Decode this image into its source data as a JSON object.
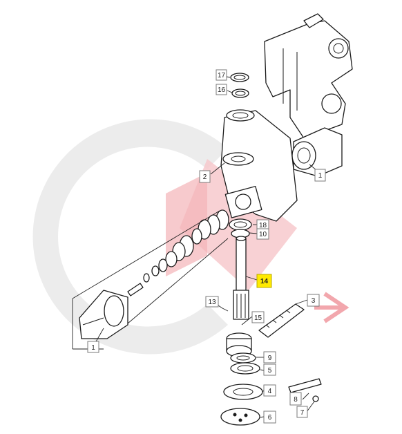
{
  "watermark": {
    "icon": "logo-watermark-icon",
    "colors": {
      "gray": "#ececec",
      "pink": "#f7c9cc"
    }
  },
  "highlight_color": "#ffea00",
  "callouts": [
    {
      "id": "17",
      "label": "17",
      "highlighted": false
    },
    {
      "id": "16",
      "label": "16",
      "highlighted": false
    },
    {
      "id": "2",
      "label": "2",
      "highlighted": false
    },
    {
      "id": "1a",
      "label": "1",
      "highlighted": false
    },
    {
      "id": "18",
      "label": "18",
      "highlighted": false
    },
    {
      "id": "10",
      "label": "10",
      "highlighted": false
    },
    {
      "id": "14",
      "label": "14",
      "highlighted": true
    },
    {
      "id": "13",
      "label": "13",
      "highlighted": false
    },
    {
      "id": "3",
      "label": "3",
      "highlighted": false
    },
    {
      "id": "15",
      "label": "15",
      "highlighted": false
    },
    {
      "id": "1b",
      "label": "1",
      "highlighted": false
    },
    {
      "id": "9",
      "label": "9",
      "highlighted": false
    },
    {
      "id": "5",
      "label": "5",
      "highlighted": false
    },
    {
      "id": "4",
      "label": "4",
      "highlighted": false
    },
    {
      "id": "8",
      "label": "8",
      "highlighted": false
    },
    {
      "id": "7",
      "label": "7",
      "highlighted": false
    },
    {
      "id": "6",
      "label": "6",
      "highlighted": false
    }
  ]
}
